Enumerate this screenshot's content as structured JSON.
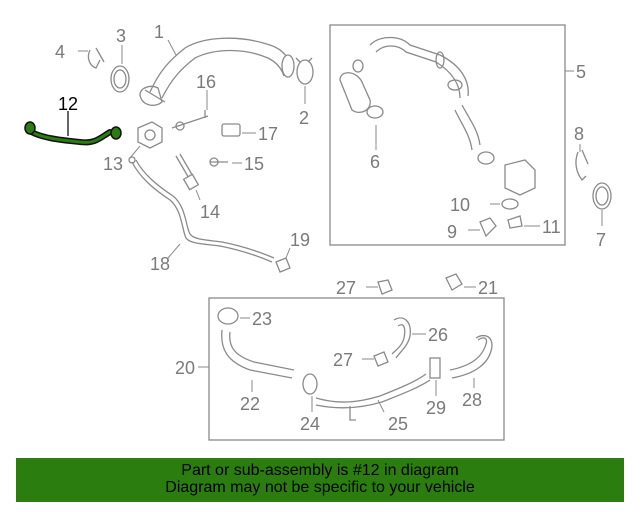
{
  "highlight_color": "#2b7d0f",
  "highlighted_part": "12",
  "callouts": {
    "c1": "1",
    "c2": "2",
    "c3": "3",
    "c4": "4",
    "c5": "5",
    "c6": "6",
    "c7": "7",
    "c8": "8",
    "c9": "9",
    "c10": "10",
    "c11": "11",
    "c12": "12",
    "c13": "13",
    "c14": "14",
    "c15": "15",
    "c16": "16",
    "c17": "17",
    "c18": "18",
    "c19": "19",
    "c20": "20",
    "c21": "21",
    "c22": "22",
    "c23": "23",
    "c24": "24",
    "c25": "25",
    "c26": "26",
    "c27a": "27",
    "c27b": "27",
    "c28": "28",
    "c29": "29"
  },
  "banner": {
    "line1": "Part or sub-assembly is #12 in diagram",
    "line2": "Diagram may not be specific to your vehicle"
  }
}
